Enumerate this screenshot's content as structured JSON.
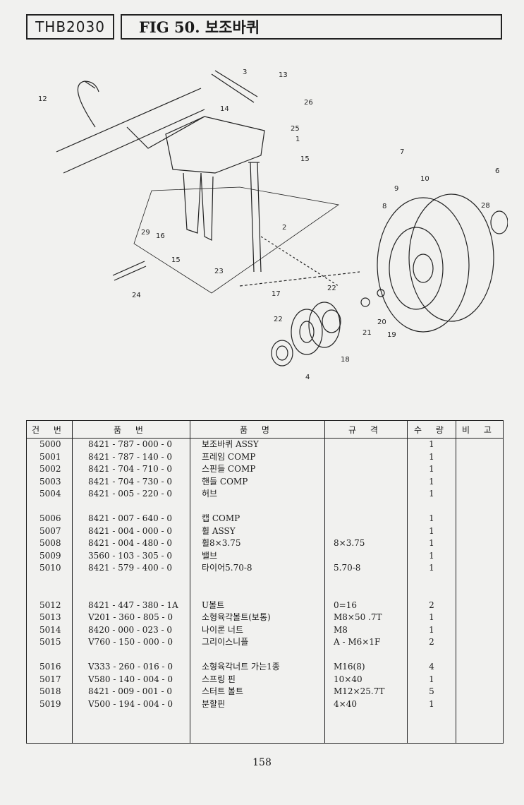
{
  "header": {
    "model": "THB2030",
    "figure_title": "FIG 50. 보조바퀴"
  },
  "diagram": {
    "callouts": [
      "3",
      "13",
      "12",
      "14",
      "26",
      "25",
      "1",
      "15",
      "7",
      "6",
      "9",
      "10",
      "28",
      "8",
      "2",
      "29",
      "16",
      "15",
      "23",
      "24",
      "17",
      "22",
      "22",
      "21",
      "20",
      "19",
      "18",
      "4"
    ]
  },
  "table": {
    "headers": [
      "건 번",
      "품 번",
      "품 명",
      "규 격",
      "수 량",
      "비 고"
    ],
    "rows": [
      {
        "no": "5000",
        "part": "8421 - 787 - 000 - 0",
        "name": "보조바퀴 ASSY",
        "spec": "",
        "qty": "1"
      },
      {
        "no": "5001",
        "part": "8421 - 787 - 140 - 0",
        "name": "프레임 COMP",
        "spec": "",
        "qty": "1"
      },
      {
        "no": "5002",
        "part": "8421 - 704 - 710 - 0",
        "name": "스핀들 COMP",
        "spec": "",
        "qty": "1"
      },
      {
        "no": "5003",
        "part": "8421 - 704 - 730 - 0",
        "name": "핸들 COMP",
        "spec": "",
        "qty": "1"
      },
      {
        "no": "5004",
        "part": "8421 - 005 - 220 - 0",
        "name": "허브",
        "spec": "",
        "qty": "1"
      },
      {
        "no": "",
        "part": "",
        "name": "",
        "spec": "",
        "qty": ""
      },
      {
        "no": "5006",
        "part": "8421 - 007 - 640 - 0",
        "name": "캡 COMP",
        "spec": "",
        "qty": "1"
      },
      {
        "no": "5007",
        "part": "8421 - 004 - 000 - 0",
        "name": "휠 ASSY",
        "spec": "",
        "qty": "1"
      },
      {
        "no": "5008",
        "part": "8421 - 004 - 480 - 0",
        "name": "휠8×3.75",
        "spec": "8×3.75",
        "qty": "1"
      },
      {
        "no": "5009",
        "part": "3560 - 103 - 305 - 0",
        "name": "밸브",
        "spec": "",
        "qty": "1"
      },
      {
        "no": "5010",
        "part": "8421 - 579 - 400 - 0",
        "name": "타이어5.70-8",
        "spec": "5.70-8",
        "qty": "1"
      },
      {
        "no": "",
        "part": "",
        "name": "",
        "spec": "",
        "qty": ""
      },
      {
        "no": "",
        "part": "",
        "name": "",
        "spec": "",
        "qty": ""
      },
      {
        "no": "5012",
        "part": "8421 - 447 - 380 - 1A",
        "name": "U볼트",
        "spec": "0=16",
        "qty": "2"
      },
      {
        "no": "5013",
        "part": "V201 - 360 - 805 - 0",
        "name": "소형육각볼트(보통)",
        "spec": "M8×50 .7T",
        "qty": "1"
      },
      {
        "no": "5014",
        "part": "8420 - 000 - 023 - 0",
        "name": "나이론 너트",
        "spec": "M8",
        "qty": "1"
      },
      {
        "no": "5015",
        "part": "V760 - 150 - 000 - 0",
        "name": "그리이스니플",
        "spec": "A - M6×1F",
        "qty": "2"
      },
      {
        "no": "",
        "part": "",
        "name": "",
        "spec": "",
        "qty": ""
      },
      {
        "no": "5016",
        "part": "V333 - 260 - 016 - 0",
        "name": "소형육각너트 가는1종",
        "spec": "M16(8)",
        "qty": "4"
      },
      {
        "no": "5017",
        "part": "V580 - 140 - 004 - 0",
        "name": "스프링 핀",
        "spec": "10×40",
        "qty": "1"
      },
      {
        "no": "5018",
        "part": "8421 - 009 - 001 - 0",
        "name": "스터트 볼트",
        "spec": "M12×25.7T",
        "qty": "5"
      },
      {
        "no": "5019",
        "part": "V500 - 194 - 004 - 0",
        "name": "분할핀",
        "spec": "4×40",
        "qty": "1"
      }
    ]
  },
  "page_number": "158"
}
